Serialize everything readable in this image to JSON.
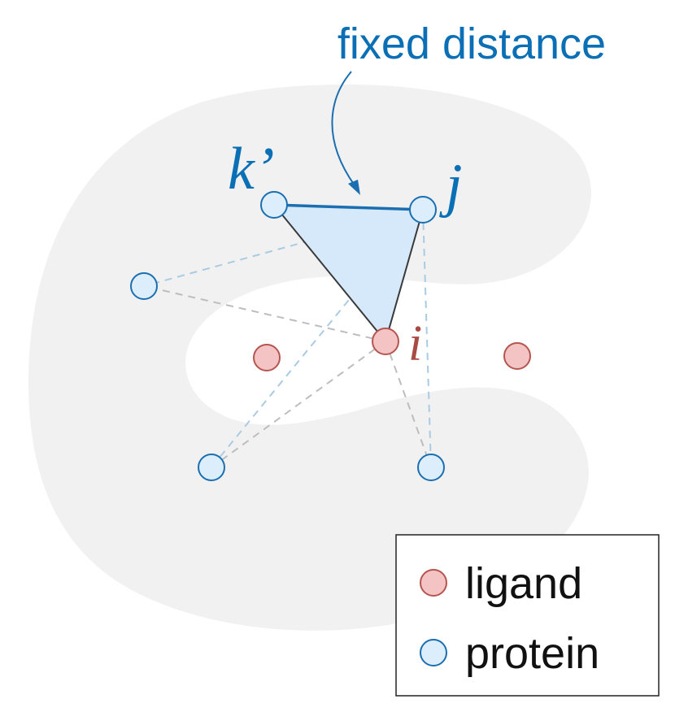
{
  "annotation": {
    "text": "fixed distance",
    "color": "#0a6fb5"
  },
  "atoms": {
    "protein": [
      {
        "id": "k-prime",
        "label": "k’"
      },
      {
        "id": "j",
        "label": "j"
      },
      {
        "id": "p-left",
        "label": ""
      },
      {
        "id": "p-bottom-left",
        "label": ""
      },
      {
        "id": "p-bottom-right",
        "label": ""
      }
    ],
    "ligand": [
      {
        "id": "i",
        "label": "i"
      },
      {
        "id": "l-left",
        "label": ""
      },
      {
        "id": "l-right",
        "label": ""
      }
    ]
  },
  "legend": {
    "items": [
      {
        "label": "ligand",
        "kind": "ligand"
      },
      {
        "label": "protein",
        "kind": "protein"
      }
    ]
  },
  "colors": {
    "protein_fill": "#dceefc",
    "protein_stroke": "#1b6fb0",
    "ligand_fill": "#f4c4c4",
    "ligand_stroke": "#b5554f",
    "label_protein": "#0a6fb5",
    "label_ligand": "#a94a44",
    "pocket": "#f1f1f1",
    "triangle_fill": "#d6e9fb",
    "fixed_edge": "#1b6fb0",
    "solid_edge": "#3a3a3a",
    "dash_blue": "#a9cbe3",
    "dash_gray": "#bdbdbd"
  }
}
